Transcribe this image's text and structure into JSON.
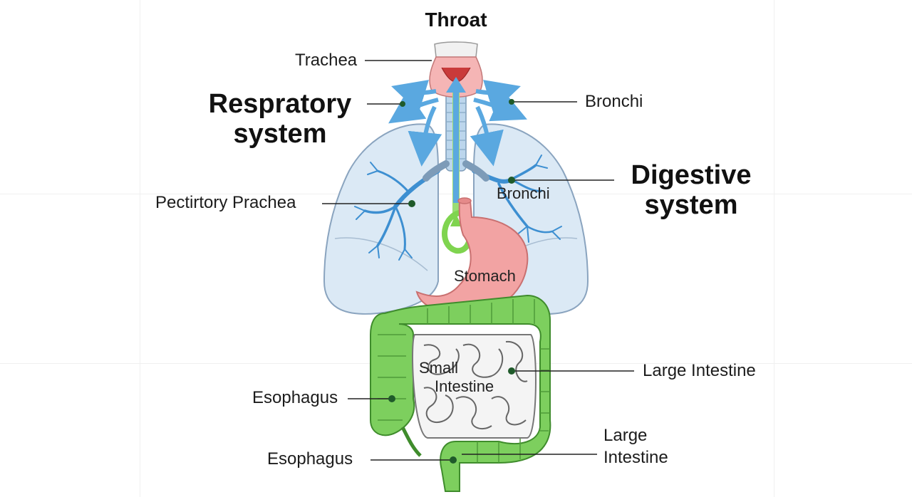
{
  "title": "Throat",
  "sections": {
    "respiratory_line1": "Respratory",
    "respiratory_line2": "system",
    "digestive_line1": "Digestive",
    "digestive_line2": "system"
  },
  "labels": {
    "trachea": "Trachea",
    "bronchi_top": "Bronchi",
    "pectirtory": "Pectirtory Prachea",
    "bronchi_inner": "Bronchi",
    "stomach": "Stomach",
    "small_line1": "Small",
    "small_line2": "Intestine",
    "large_intestine_right": "Large Intestine",
    "esophagus_mid": "Esophagus",
    "esophagus_bottom": "Esophagus",
    "large_line1": "Large",
    "large_line2": "Intestine"
  },
  "colors": {
    "lung_fill": "#dbe9f5",
    "lung_stroke": "#8aa4bf",
    "bronchi": "#3d8fd1",
    "stomach": "#f2a3a3",
    "large_intestine": "#7dcf5e",
    "small_intestine": "#f4f4f4",
    "arrow_green": "#7fd44f",
    "arrow_blue": "#5aa8e0",
    "leader_dot": "#1f5a2a"
  }
}
